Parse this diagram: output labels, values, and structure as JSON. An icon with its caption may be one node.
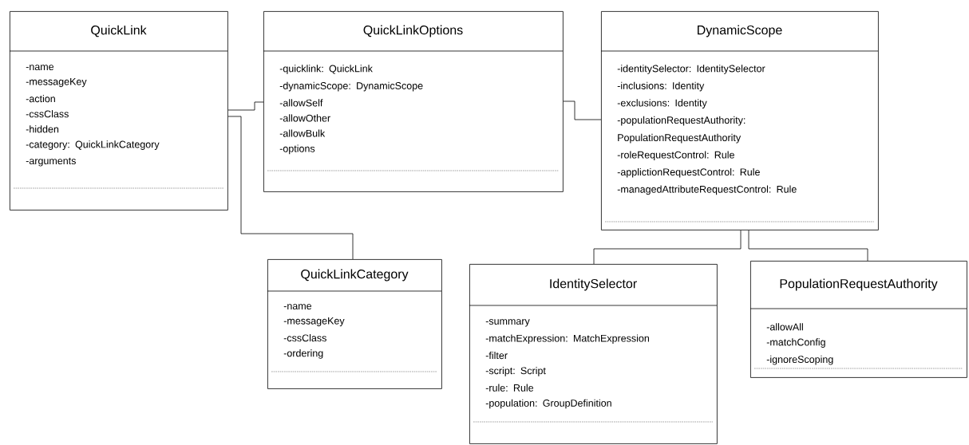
{
  "diagram": {
    "nodes": [
      {
        "text": [
          "QuickLink",
          "-name",
          "-messageKey",
          "-action",
          "-cssClass",
          "-hidden",
          "-category: QuickLinkCategory",
          "-arguments"
        ]
      },
      {
        "text": [
          "QuickLinkOptions",
          "-quicklink: QuickLink",
          "-dynamicScope: DynamicScope",
          "-allowSelf",
          "-allowOther",
          "-allowBulk",
          "-options"
        ]
      },
      {
        "text": [
          "DynamicScope",
          "-identitySelector: IdentitySelector",
          "-inclusions: Identity",
          "-exclusions: Identity",
          "-populationRequestAuthority: PopulationRequestAuthority",
          "-roleRequestControl: Rule",
          "-applictionRequestControl: Rule",
          "-managedAttributeRequestControl: Rule"
        ]
      },
      {
        "text": [
          "QuickLinkCategory",
          "-name",
          "-messageKey",
          "-cssClass",
          "-ordering"
        ]
      },
      {
        "text": [
          "IdentitySelector",
          "-summary",
          "-matchExpression: MatchExpression",
          "-filter",
          "-script: Script",
          "-rule: Rule",
          "-population: GroupDefinition"
        ]
      },
      {
        "text": [
          "PopulationRequestAuthority",
          "-allowAll",
          "-matchConfig",
          "-ignoreScoping"
        ]
      }
    ],
    "edges": [
      {
        "from": 0,
        "to": 1,
        "arrow": "none"
      },
      {
        "from": 0,
        "to": 3,
        "arrow": "none"
      },
      {
        "from": 1,
        "to": 2,
        "arrow": "none"
      },
      {
        "from": 2,
        "to": 4,
        "arrow": "none"
      },
      {
        "from": 2,
        "to": 5,
        "arrow": "none"
      }
    ]
  }
}
